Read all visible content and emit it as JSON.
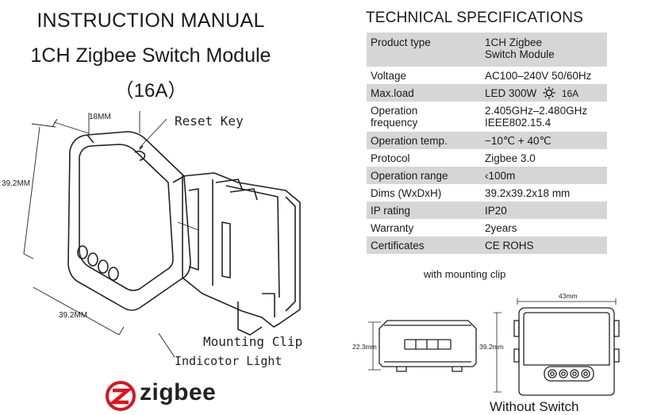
{
  "manual": {
    "title_line1": "INSTRUCTION MANUAL",
    "title_line2": "1CH Zigbee Switch Module",
    "title_line3": "（16A）"
  },
  "diagram": {
    "width_dim": "18MM",
    "height_dim": "39.2MM",
    "depth_dim": "39.2MM",
    "reset_key": "Reset Key",
    "mounting_clip": "Mounting Clip",
    "indicator_light": "Indicotor Light"
  },
  "specs": {
    "heading": "TECHNICAL SPECIFICATIONS",
    "rows": [
      {
        "key": "Product type",
        "value": "1CH Zigbee\nSwitch Module"
      },
      {
        "key": "Voltage",
        "value": "AC100–240V 50/60Hz"
      },
      {
        "key": "Max.load",
        "value_prefix": "LED 300W",
        "icon": "light-bulb-sun-icon",
        "value_suffix": "16A"
      },
      {
        "key": "Operation\nfrequency",
        "value": "2.405GHz–2.480GHz\nIEEE802.15.4"
      },
      {
        "key": "Operation temp.",
        "value": "−10℃ + 40℃"
      },
      {
        "key": "Protocol",
        "value": "Zigbee  3.0"
      },
      {
        "key": "Operation range",
        "value": "‹100m"
      },
      {
        "key": "Dims (WxDxH)",
        "value": "39.2x39.2x18 mm"
      },
      {
        "key": "IP rating",
        "value": "IP20"
      },
      {
        "key": "Warranty",
        "value": "2years"
      },
      {
        "key": "Certificates",
        "value": "CE ROHS"
      }
    ]
  },
  "views": {
    "with_clip_caption": "with mounting clip",
    "side_dim": "22.3mm",
    "front_width_dim": "43mm",
    "front_height_dim": "39.2mm",
    "without_switch_caption": "Without Switch"
  },
  "brand": {
    "logo_text": "zigbee",
    "accent": "#e0121a"
  }
}
